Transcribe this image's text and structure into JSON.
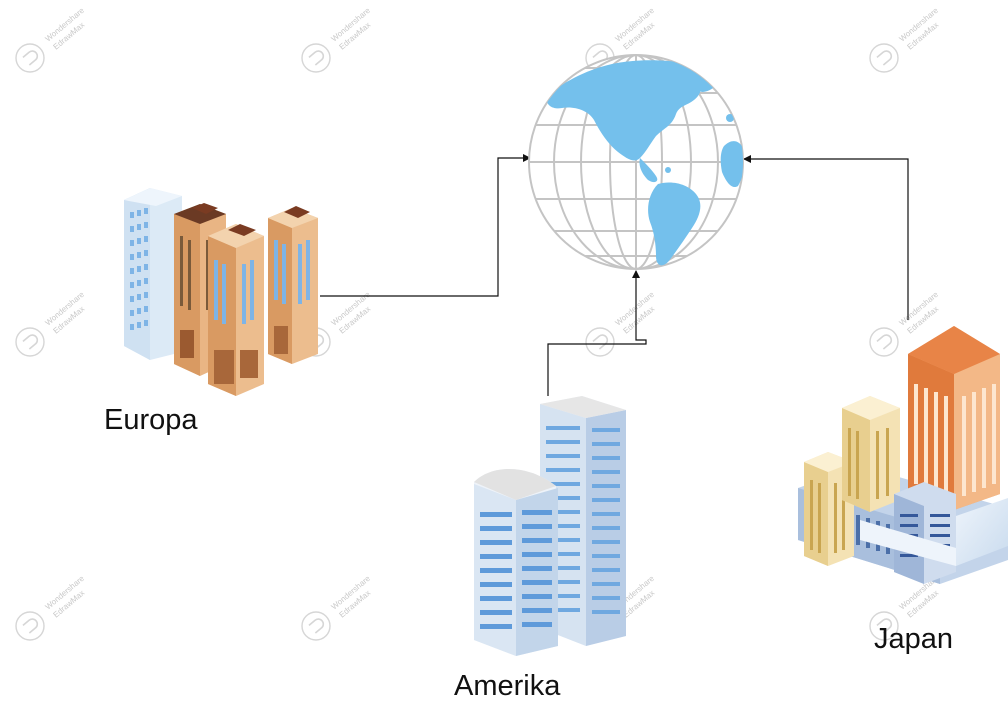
{
  "diagram": {
    "nodes": [
      {
        "id": "globe",
        "label": "",
        "icon": "globe-icon"
      },
      {
        "id": "europa",
        "label": "Europa",
        "icon": "building-cluster-icon"
      },
      {
        "id": "amerika",
        "label": "Amerika",
        "icon": "skyscraper-icon"
      },
      {
        "id": "japan",
        "label": "Japan",
        "icon": "office-complex-icon"
      }
    ],
    "edges": [
      {
        "from": "europa",
        "to": "globe"
      },
      {
        "from": "amerika",
        "to": "globe"
      },
      {
        "from": "japan",
        "to": "globe"
      }
    ],
    "watermark": {
      "line1": "Wondershare",
      "line2": "EdrawMax"
    },
    "colors": {
      "globe_land": "#74c0ec",
      "globe_grid": "#c4c4c4",
      "connector": "#111111",
      "brick": "#d99a62",
      "glass_blue": "#7eb4e6",
      "orange_tower": "#e07a3c"
    }
  }
}
